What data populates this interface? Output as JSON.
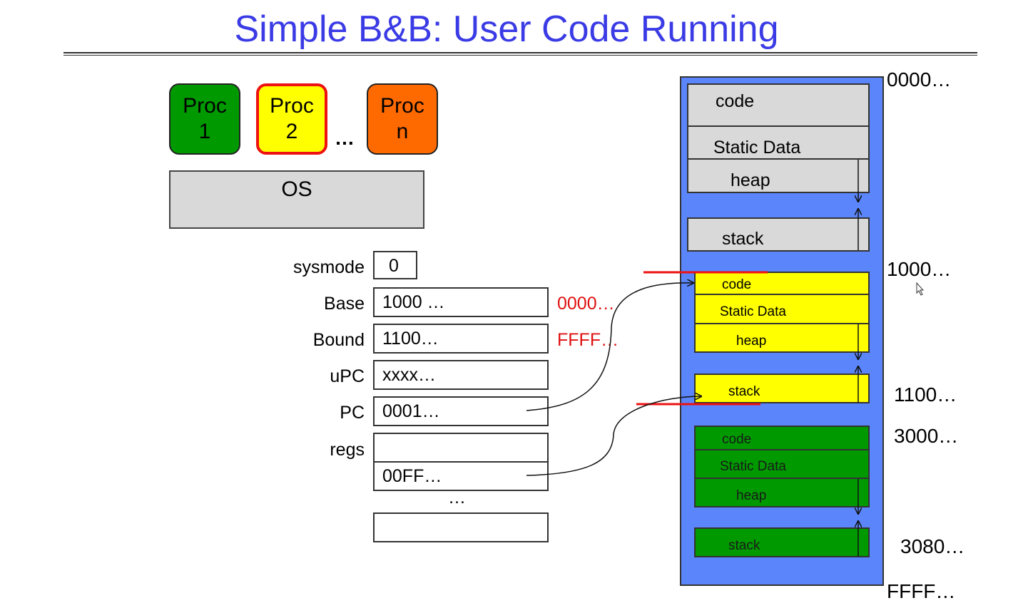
{
  "title": "Simple B&B: User Code Running",
  "procs": [
    {
      "label": "Proc",
      "num": "1",
      "color": "#009900"
    },
    {
      "label": "Proc",
      "num": "2",
      "color": "#ffff00"
    },
    {
      "label": "Proc",
      "num": "n",
      "color": "#ff6a00"
    }
  ],
  "ellipsis": "…",
  "os_label": "OS",
  "registers": {
    "sysmode": {
      "label": "sysmode",
      "value": "0"
    },
    "base": {
      "label": "Base",
      "value": "1000 …",
      "annotation": "0000…"
    },
    "bound": {
      "label": "Bound",
      "value": "1100…",
      "annotation": "FFFF…"
    },
    "upc": {
      "label": "uPC",
      "value": "xxxx…"
    },
    "pc": {
      "label": "PC",
      "value": "0001…"
    },
    "regs": {
      "label": "regs",
      "value": "00FF…"
    },
    "more": "…"
  },
  "memory": {
    "os_segments": {
      "code": "code",
      "static": "Static Data",
      "heap": "heap",
      "stack": "stack"
    },
    "proc2_segments": {
      "code": "code",
      "static": "Static Data",
      "heap": "heap",
      "stack": "stack"
    },
    "proc1_segments": {
      "code": "code",
      "static": "Static Data",
      "heap": "heap",
      "stack": "stack"
    },
    "addresses": [
      "0000…",
      "1000…",
      "1100…",
      "3000…",
      "3080…",
      "FFFF…"
    ]
  }
}
